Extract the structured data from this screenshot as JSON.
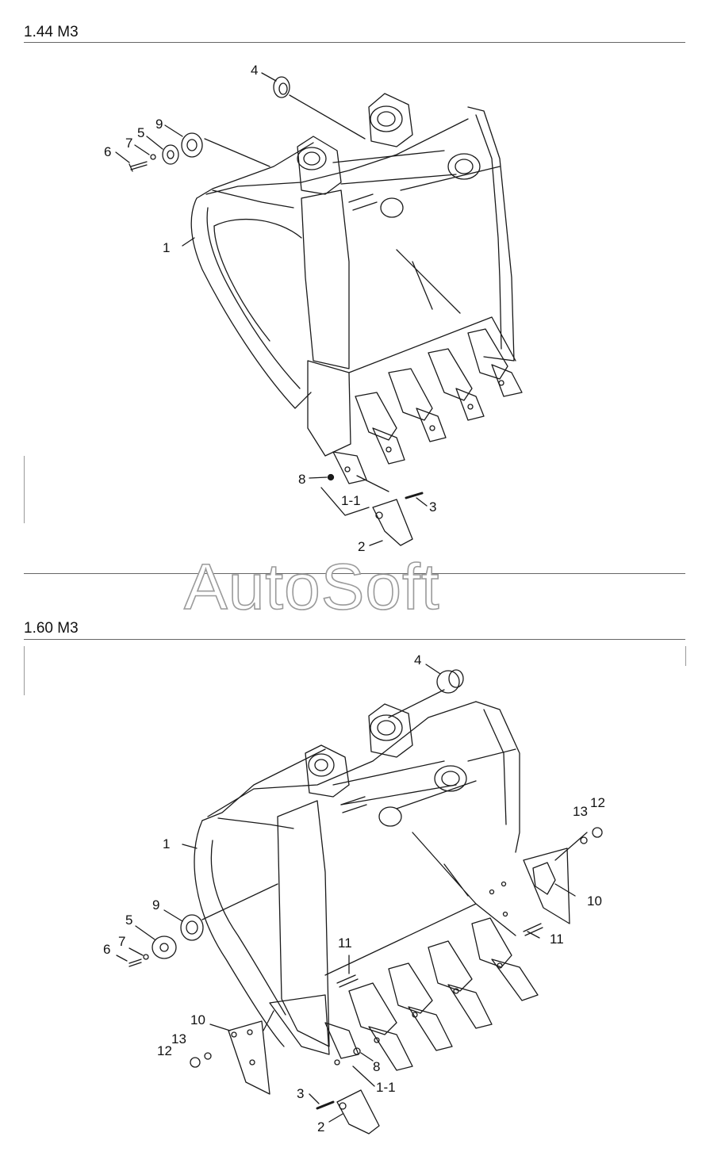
{
  "sections": [
    {
      "title": "1.44 M3"
    },
    {
      "title": "1.60 M3"
    }
  ],
  "watermark": "AutoSoft",
  "callouts_top": {
    "c1": "1",
    "c1_1": "1-1",
    "c2": "2",
    "c3": "3",
    "c4": "4",
    "c5": "5",
    "c6": "6",
    "c7": "7",
    "c8": "8",
    "c9": "9"
  },
  "callouts_bottom": {
    "c1": "1",
    "c1_1": "1-1",
    "c2": "2",
    "c3": "3",
    "c4": "4",
    "c5": "5",
    "c6": "6",
    "c7": "7",
    "c8": "8",
    "c9": "9",
    "c10a": "10",
    "c10b": "10",
    "c11a": "11",
    "c11b": "11",
    "c12a": "12",
    "c12b": "12",
    "c13a": "13",
    "c13b": "13"
  },
  "colors": {
    "line": "#1a1a1a",
    "rule": "#666666",
    "watermark_stroke": "#9a9a9a"
  }
}
